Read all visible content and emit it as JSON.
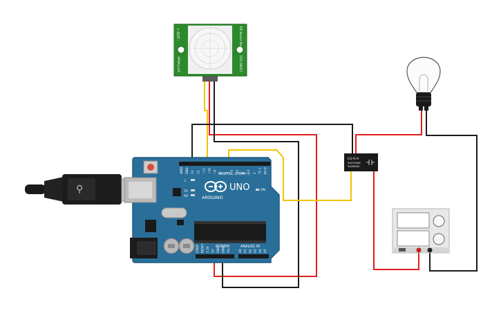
{
  "colors": {
    "board": "#2a6f9a",
    "board_edge": "#1f5a80",
    "pir_pcb": "#2c8a2c",
    "relay": "#1a1a1a",
    "psu": "#e8e8e8",
    "wire_red": "#e21d1d",
    "wire_black": "#1a1a1a",
    "wire_yellow": "#f2c200"
  },
  "pir": {
    "left_pins": "+ OUT -",
    "left_brand": "PARALLAX",
    "right_top": "PIR Sensor Rev B",
    "right_bottom": "555-28027"
  },
  "arduino": {
    "logo_text": "ARDUINO",
    "model": "UNO",
    "digital_label": "DIGITAL (PWM~)",
    "power_label": "POWER",
    "analog_label": "ANALOG IN",
    "on_label": "ON",
    "l_label": "L",
    "tx_label": "TX",
    "rx_label": "RX",
    "top_pins": [
      "AREF",
      "GND",
      "13",
      "12",
      "~11",
      "~10",
      "~9",
      "8",
      "7",
      "~6",
      "~5",
      "4",
      "~3",
      "2",
      "TX 1",
      "RX 0"
    ],
    "power_pins": [
      "IOREF",
      "RESET",
      "3.3V",
      "5V",
      "GND",
      "GND",
      "Vin"
    ],
    "analog_pins": [
      "A0",
      "A1",
      "A2",
      "A3",
      "A4",
      "A5"
    ]
  },
  "relay": {
    "model": "CU-S-H",
    "text1": "5A/120VAC",
    "text2": "5A/28VDC"
  }
}
